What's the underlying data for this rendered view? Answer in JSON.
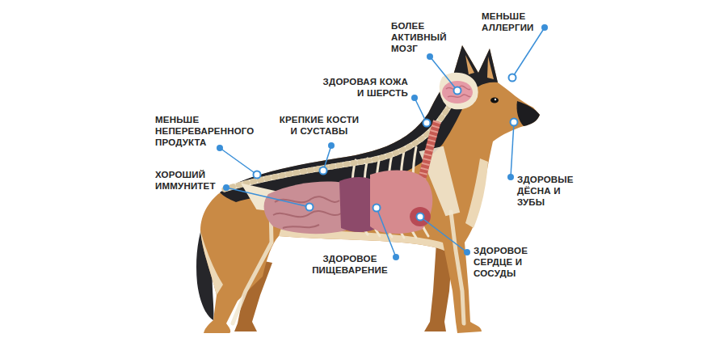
{
  "diagram": {
    "labels": [
      "МЕНЬШЕ АЛЛЕРГИИ",
      "БОЛЕЕ АКТИВНЫЙ МОЗГ",
      "ЗДОРОВАЯ КОЖА И ШЕРСТЬ",
      "КРЕПКИЕ КОСТИ И СУСТАВЫ",
      "МЕНЬШЕ НЕПЕРЕВАРЕННОГО ПРОДУКТА",
      "ХОРОШИЙ ИММУНИТЕТ",
      "ЗДОРОВЫЕ ДЁСНА И ЗУБЫ",
      "ЗДОРОВОЕ СЕРДЦЕ И СОСУДЫ",
      "ЗДОРОВОЕ ПИЩЕВАРЕНИЕ"
    ]
  }
}
